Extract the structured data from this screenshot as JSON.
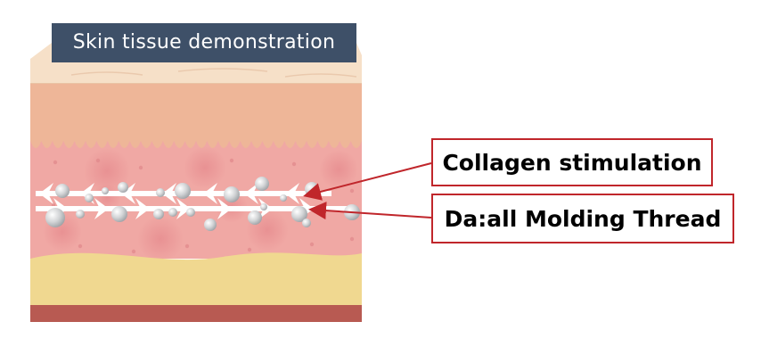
{
  "diagram": {
    "title": "Skin tissue demonstration",
    "callouts": [
      {
        "id": "collagen",
        "label": "Collagen stimulation"
      },
      {
        "id": "thread",
        "label": "Da:all Molding Thread"
      }
    ]
  },
  "colors": {
    "title_background": "#3e5068",
    "callout_border": "#c0262b",
    "arrow": "#c0262b",
    "epidermis_top": "#f6e0c8",
    "epidermis": "#eeb698",
    "dermis": "#f0a8a4",
    "thread": "#ffffff",
    "particles": "#c4c6c8",
    "subcutaneous_fat": "#f0d890",
    "muscle": "#b85a52"
  }
}
